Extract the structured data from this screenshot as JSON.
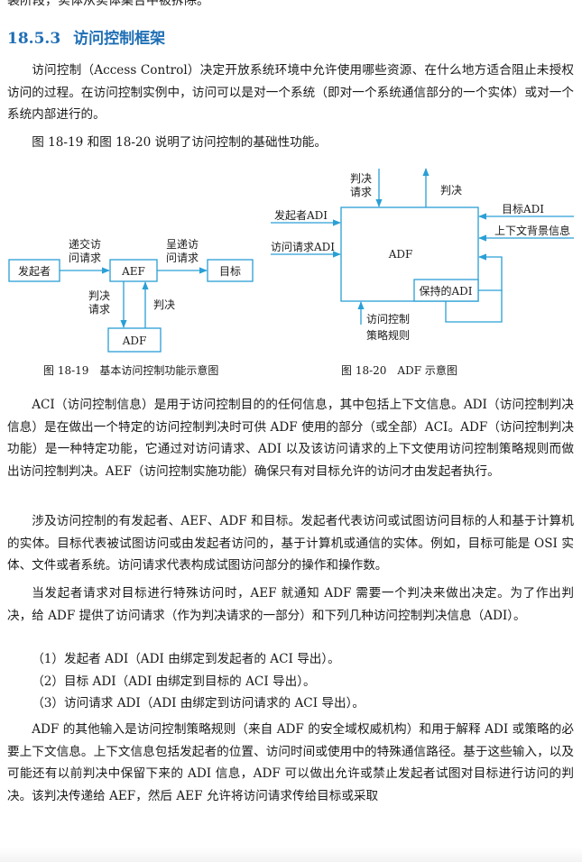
{
  "top_cut": "装阶段，实体从实体集合中被拆除。",
  "section": {
    "number": "18.5.3",
    "title": "访问控制框架"
  },
  "paragraphs": [
    "访问控制（Access Control）决定开放系统环境中允许使用哪些资源、在什么地方适合阻止未授权访问的过程。在访问控制实例中，访问可以是对一个系统（即对一个系统通信部分的一个实体）或对一个系统内部进行的。",
    "图 18-19 和图 18-20 说明了访问控制的基础性功能。",
    "ACI（访问控制信息）是用于访问控制目的的任何信息，其中包括上下文信息。ADI（访问控制判决信息）是在做出一个特定的访问控制判决时可供 ADF 使用的部分（或全部）ACI。ADF（访问控制判决功能）是一种特定功能，它通过对访问请求、ADI 以及该访问请求的上下文使用访问控制策略规则而做出访问控制判决。AEF（访问控制实施功能）确保只有对目标允许的访问才由发起者执行。",
    "涉及访问控制的有发起者、AEF、ADF 和目标。发起者代表访问或试图访问目标的人和基于计算机的实体。目标代表被试图访问或由发起者访问的，基于计算机或通信的实体。例如，目标可能是 OSI 实体、文件或者系统。访问请求代表构成试图访问部分的操作和操作数。",
    "当发起者请求对目标进行特殊访问时，AEF 就通知 ADF 需要一个判决来做出决定。为了作出判决，给 ADF 提供了访问请求（作为判决请求的一部分）和下列几种访问控制判决信息（ADI）。",
    "ADF 的其他输入是访问控制策略规则（来自 ADF 的安全域权威机构）和用于解释 ADI 或策略的必要上下文信息。上下文信息包括发起者的位置、访问时间或使用中的特殊通信路径。基于这些输入，以及可能还有以前判决中保留下来的 ADI 信息，ADF 可以做出允许或禁止发起者试图对目标进行访问的判决。该判决传递给 AEF，然后 AEF 允许将访问请求传给目标或采取"
  ],
  "list_items": [
    "（1）发起者 ADI（ADI 由绑定到发起者的 ACI 导出）。",
    "（2）目标 ADI（ADI 由绑定到目标的 ACI 导出）。",
    "（3）访问请求 ADI（ADI 由绑定到访问请求的 ACI 导出）。"
  ],
  "fig19": {
    "initiator": "发起者",
    "submit_line1": "递交访",
    "submit_line2": "问请求",
    "aef": "AEF",
    "present_line1": "呈递访",
    "present_line2": "问请求",
    "target": "目标",
    "decision_req_line1": "判决",
    "decision_req_line2": "请求",
    "decision": "判决",
    "adf": "ADF",
    "caption": "图 18-19　基本访问控制功能示意图"
  },
  "fig20": {
    "decision_req_line1": "判决",
    "decision_req_line2": "请求",
    "decision": "判决",
    "initiator_adi": "发起者ADI",
    "access_req_adi": "访问请求ADI",
    "adf": "ADF",
    "target_adi": "目标ADI",
    "context_info": "上下文背景信息",
    "retained_adi": "保持的ADI",
    "policy_line1": "访问控制",
    "policy_line2": "策略规则",
    "caption": "图 18-20　ADF 示意图"
  },
  "colors": {
    "heading": "#1f6fb5",
    "diagram_line": "#2a9fd6"
  }
}
